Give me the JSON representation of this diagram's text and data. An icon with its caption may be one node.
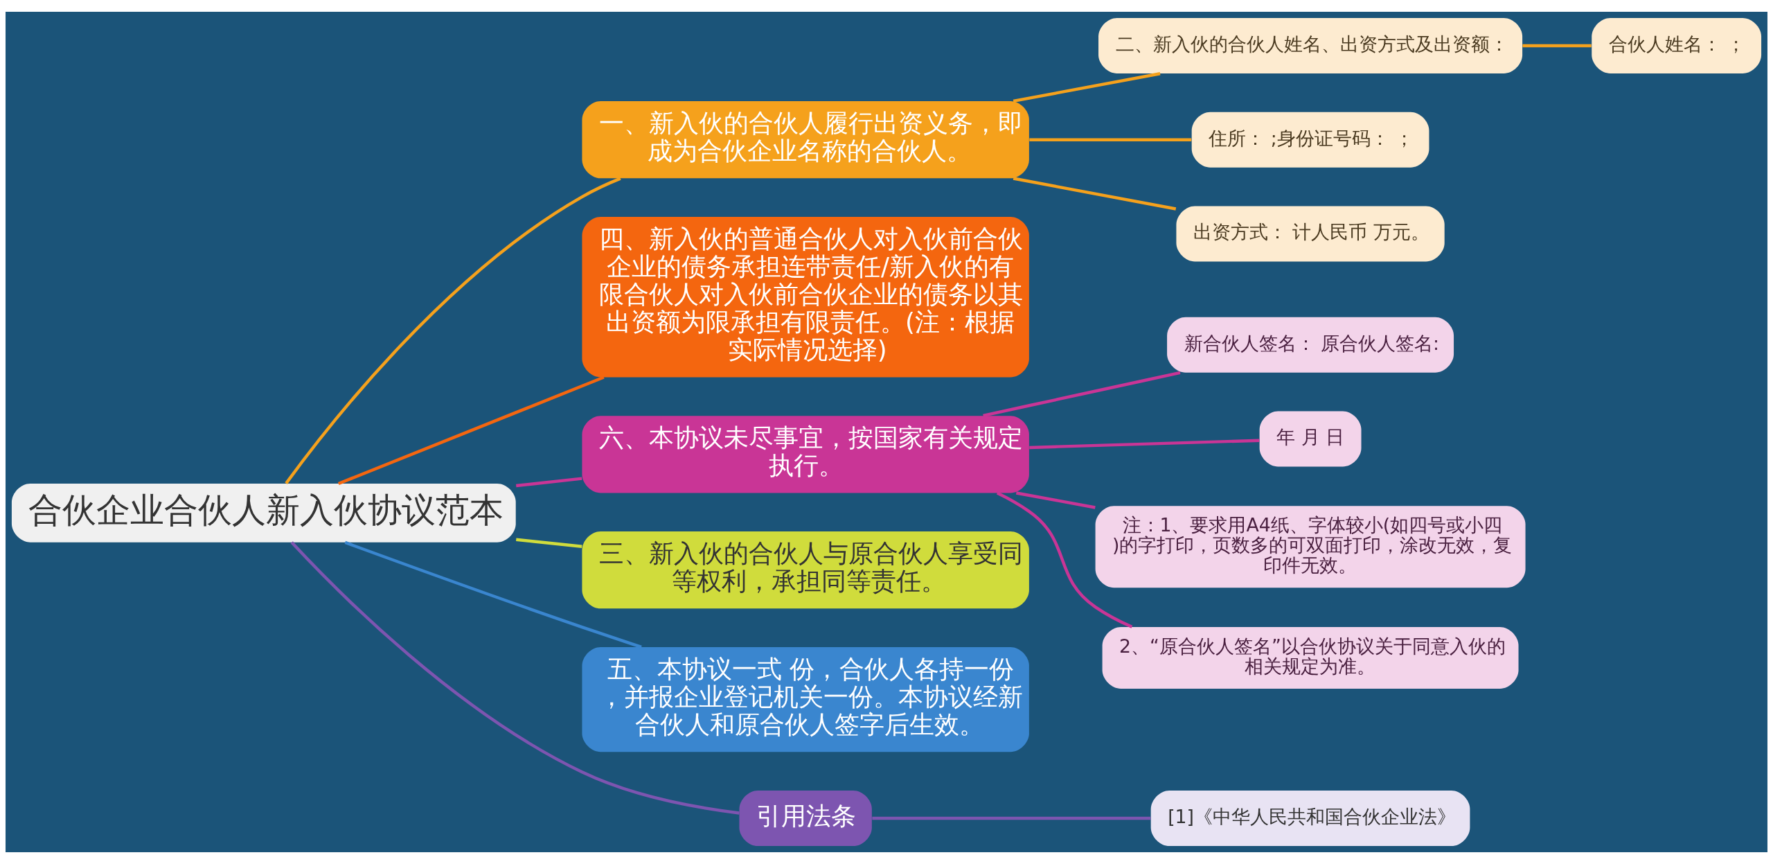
{
  "diagram": {
    "nodes": [
      {
        "text": [
          "合伙企业合伙人新入伙协议范本"
        ]
      },
      {
        "text": [
          "一、新入伙的合伙人履行出资义务，即成为合伙企业名称的合伙人。"
        ]
      },
      {
        "text": [
          "二、新入伙的合伙人姓名、出资方式及出资额："
        ]
      },
      {
        "text": [
          "合伙人姓名： ；"
        ]
      },
      {
        "text": [
          "住所： ;身份证号码： ；"
        ]
      },
      {
        "text": [
          "出资方式： 计人民币 万元。"
        ]
      },
      {
        "text": [
          "四、新入伙的普通合伙人对入伙前合伙企业的债务承担连带责任/新入伙的有限合伙人对入伙前合伙企业的债务以其出资额为限承担有限责任。(注：根据实际情况选择)"
        ]
      },
      {
        "text": [
          "六、本协议未尽事宜，按国家有关规定执行。"
        ]
      },
      {
        "text": [
          "新合伙人签名： 原合伙人签名:"
        ]
      },
      {
        "text": [
          "年 月 日"
        ]
      },
      {
        "text": [
          "注：1、要求用A4纸、字体较小(如四号或小四)的字打印，页数多的可双面打印，涂改无效，复印件无效。"
        ]
      },
      {
        "text": [
          "2、“原合伙人签名”以合伙协议关于同意入伙的相关规定为准。"
        ]
      },
      {
        "text": [
          "三、新入伙的合伙人与原合伙人享受同等权利，承担同等责任。"
        ]
      },
      {
        "text": [
          "五、本协议一式 份，合伙人各持一份，并报企业登记机关一份。本协议经新合伙人和原合伙人签字后生效。"
        ]
      },
      {
        "text": [
          "引用法条"
        ]
      },
      {
        "text": [
          "[1]《中华人民共和国合伙企业法》"
        ]
      }
    ],
    "edges": [
      {
        "from": 0,
        "to": 1,
        "arrow": "none",
        "color": "#f5a11c"
      },
      {
        "from": 1,
        "to": 2,
        "arrow": "none",
        "color": "#f5a11c"
      },
      {
        "from": 2,
        "to": 3,
        "arrow": "none",
        "color": "#f5a11c"
      },
      {
        "from": 1,
        "to": 4,
        "arrow": "none",
        "color": "#f5a11c"
      },
      {
        "from": 1,
        "to": 5,
        "arrow": "none",
        "color": "#f5a11c"
      },
      {
        "from": 0,
        "to": 6,
        "arrow": "none",
        "color": "#f4660f"
      },
      {
        "from": 0,
        "to": 7,
        "arrow": "none",
        "color": "#c93596"
      },
      {
        "from": 7,
        "to": 8,
        "arrow": "none",
        "color": "#c93596"
      },
      {
        "from": 7,
        "to": 9,
        "arrow": "none",
        "color": "#c93596"
      },
      {
        "from": 7,
        "to": 10,
        "arrow": "none",
        "color": "#c93596"
      },
      {
        "from": 7,
        "to": 11,
        "arrow": "none",
        "color": "#c93596"
      },
      {
        "from": 0,
        "to": 12,
        "arrow": "none",
        "color": "#d0dc3c"
      },
      {
        "from": 0,
        "to": 13,
        "arrow": "none",
        "color": "#3a86cf"
      },
      {
        "from": 0,
        "to": 14,
        "arrow": "none",
        "color": "#7d55b0"
      },
      {
        "from": 14,
        "to": 15,
        "arrow": "none",
        "color": "#7d55b0"
      }
    ]
  }
}
